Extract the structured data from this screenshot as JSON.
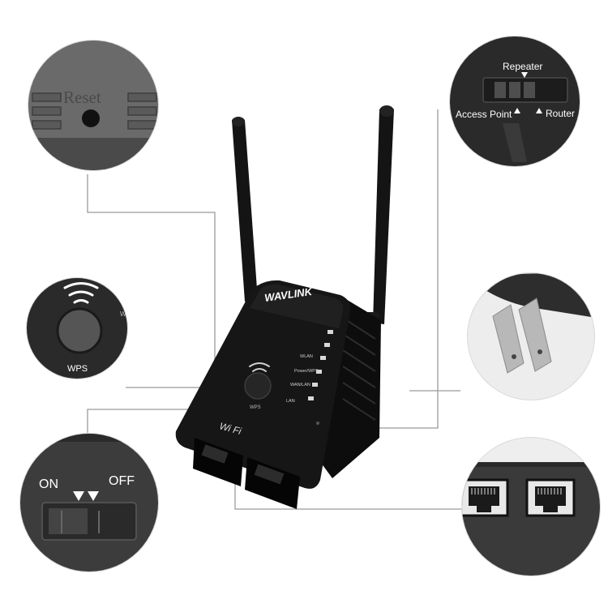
{
  "device": {
    "brand": "WAVLINK",
    "wifi_logo": "Wi Fi",
    "wps_label": "WPS",
    "leds": [
      "WLAN",
      "Power/WPS",
      "WAN/LAN",
      "LAN"
    ]
  },
  "callouts": {
    "reset": {
      "label": "Reset"
    },
    "mode_switch": {
      "repeater": "Repeater",
      "access_point": "Access Point",
      "router": "Router"
    },
    "wps": {
      "label": "WPS",
      "partial_text": "W"
    },
    "power_switch": {
      "on": "ON",
      "off": "OFF"
    }
  },
  "icons": [
    "wifi-icon",
    "reset-hole-icon",
    "us-plug-icon",
    "ethernet-port-icon",
    "antenna-icon"
  ],
  "colors": {
    "device": "#1c1c1c",
    "circle_bg": "#3a3a3a",
    "line": "#999999",
    "background": "#ffffff"
  }
}
